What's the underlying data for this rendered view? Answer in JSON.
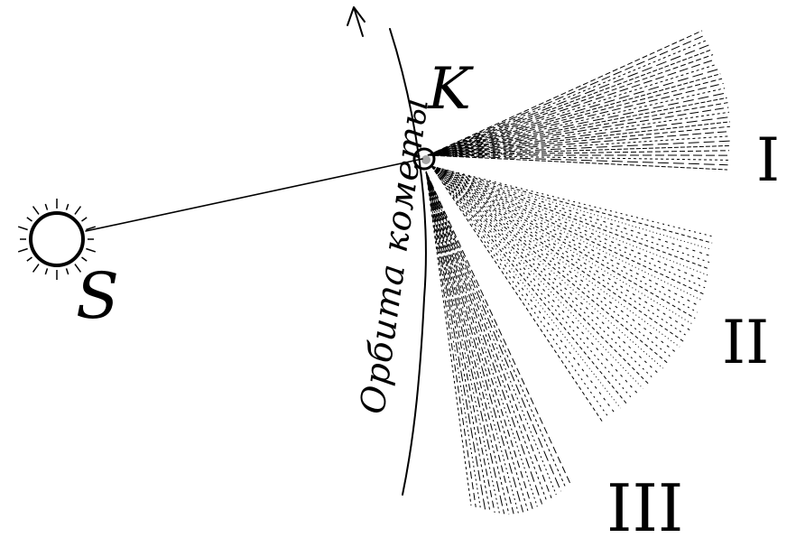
{
  "labels": {
    "sun": "S",
    "comet": "K",
    "orbit": "Орбита кометы",
    "tail_1": "I",
    "tail_2": "II",
    "tail_3": "III"
  },
  "colors": {
    "ink": "#000000",
    "background": "#ffffff"
  }
}
